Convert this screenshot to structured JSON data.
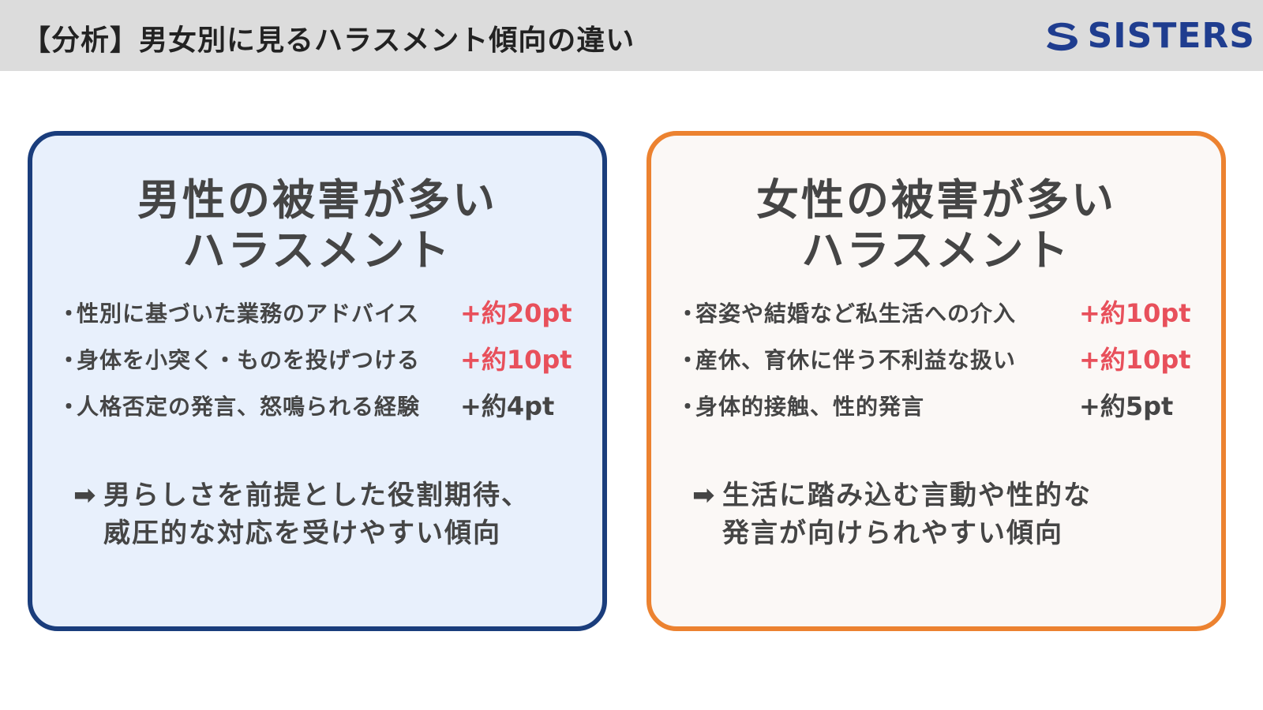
{
  "header": {
    "title": "【分析】男女別に見るハラスメント傾向の違い",
    "logo_text": "SISTERS"
  },
  "colors": {
    "header_bg": "#dcdcdc",
    "logo": "#1f3d8f",
    "male_border": "#1a3d7c",
    "male_bg": "#e8f0fc",
    "female_border": "#ec8230",
    "female_bg": "#fbf8f6",
    "highlight": "#e8505b",
    "text": "#454545"
  },
  "male": {
    "title_line1": "男性の被害が多い",
    "title_line2": "ハラスメント",
    "items": [
      {
        "bullet": "・",
        "label": "性別に基づいた業務のアドバイス",
        "value": "+約20pt",
        "highlight": true
      },
      {
        "bullet": "・",
        "label": "身体を小突く・ものを投げつける",
        "value": "+約10pt",
        "highlight": true
      },
      {
        "bullet": "・",
        "label": "人格否定の発言、怒鳴られる経験",
        "value": "+約4pt",
        "highlight": false
      }
    ],
    "conclusion_arrow": "➡",
    "conclusion_line1": "男らしさを前提とした役割期待、",
    "conclusion_line2": "威圧的な対応を受けやすい傾向"
  },
  "female": {
    "title_line1": "女性の被害が多い",
    "title_line2": "ハラスメント",
    "items": [
      {
        "bullet": "・",
        "label": "容姿や結婚など私生活への介入",
        "value": "+約10pt",
        "highlight": true
      },
      {
        "bullet": "・",
        "label": "産休、育休に伴う不利益な扱い",
        "value": "+約10pt",
        "highlight": true
      },
      {
        "bullet": "・",
        "label": "身体的接触、性的発言",
        "value": "+約5pt",
        "highlight": false
      }
    ],
    "conclusion_arrow": "➡",
    "conclusion_line1": "生活に踏み込む言動や性的な",
    "conclusion_line2": "発言が向けられやすい傾向"
  }
}
